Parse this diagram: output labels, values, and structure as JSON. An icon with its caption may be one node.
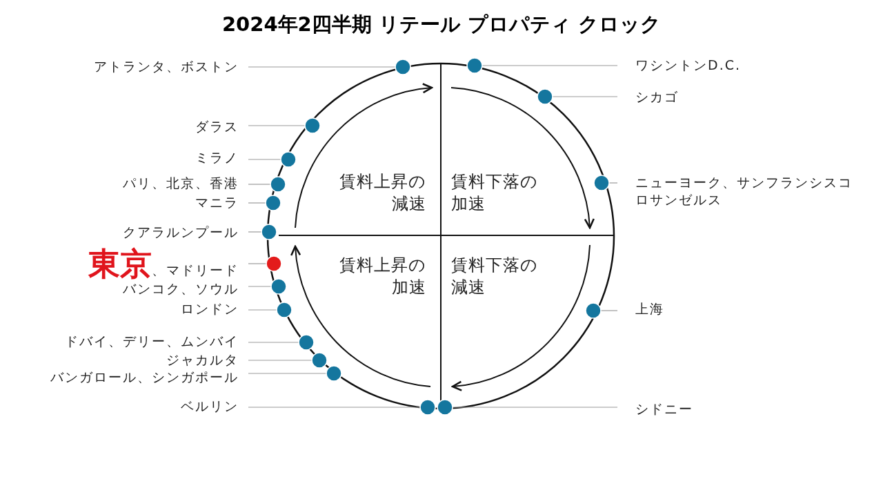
{
  "diagram": {
    "title": "2024年2四半期 リテール プロパティ クロック",
    "nodes": [
      {
        "text": [
          "アトランタ、ボストン"
        ]
      },
      {
        "text": [],
        "shape": "circle"
      },
      {
        "text": [
          "ワシントンD.C."
        ]
      },
      {
        "text": [],
        "shape": "circle"
      },
      {
        "text": [
          "シカゴ"
        ]
      },
      {
        "text": [],
        "shape": "circle"
      },
      {
        "text": [
          "ダラス"
        ]
      },
      {
        "text": [],
        "shape": "circle"
      },
      {
        "text": [
          "ミラノ"
        ]
      },
      {
        "text": [],
        "shape": "circle"
      },
      {
        "text": [
          "パリ、北京、香港"
        ]
      },
      {
        "text": [],
        "shape": "circle"
      },
      {
        "text": [
          "ニューヨーク、サンフランシスコロサンゼルス"
        ]
      },
      {
        "text": [],
        "shape": "circle"
      },
      {
        "text": [
          "マニラ"
        ]
      },
      {
        "text": [],
        "shape": "circle"
      },
      {
        "text": [
          "クアラルンプール"
        ]
      },
      {
        "text": [],
        "shape": "circle"
      },
      {
        "text": [
          "東京",
          "、マドリード"
        ]
      },
      {
        "text": [],
        "shape": "circle"
      },
      {
        "text": [
          "バンコク、ソウル"
        ]
      },
      {
        "text": [],
        "shape": "circle"
      },
      {
        "text": [
          "ロンドン"
        ]
      },
      {
        "text": [],
        "shape": "circle"
      },
      {
        "text": [
          "上海"
        ]
      },
      {
        "text": [],
        "shape": "circle"
      },
      {
        "text": [
          "ドバイ、デリー、ムンバイ"
        ]
      },
      {
        "text": [],
        "shape": "circle"
      },
      {
        "text": [
          "ジャカルタ"
        ]
      },
      {
        "text": [],
        "shape": "circle"
      },
      {
        "text": [
          "バンガロール、シンガポール"
        ]
      },
      {
        "text": [],
        "shape": "circle"
      },
      {
        "text": [
          "ベルリン"
        ]
      },
      {
        "text": [],
        "shape": "circle"
      },
      {
        "text": [
          "シドニー"
        ]
      },
      {
        "text": [],
        "shape": "circle"
      }
    ],
    "edges": [
      {
        "from": 0,
        "to": 1,
        "arrow": "none"
      },
      {
        "from": 2,
        "to": 3,
        "arrow": "none"
      },
      {
        "from": 4,
        "to": 5,
        "arrow": "none"
      },
      {
        "from": 6,
        "to": 7,
        "arrow": "none"
      },
      {
        "from": 8,
        "to": 9,
        "arrow": "none"
      },
      {
        "from": 10,
        "to": 11,
        "arrow": "none"
      },
      {
        "from": 12,
        "to": 13,
        "arrow": "none"
      },
      {
        "from": 14,
        "to": 15,
        "arrow": "none"
      },
      {
        "from": 16,
        "to": 17,
        "arrow": "none"
      },
      {
        "from": 18,
        "to": 19,
        "arrow": "none"
      },
      {
        "from": 20,
        "to": 21,
        "arrow": "none"
      },
      {
        "from": 22,
        "to": 23,
        "arrow": "none"
      },
      {
        "from": 24,
        "to": 25,
        "arrow": "none"
      },
      {
        "from": 26,
        "to": 27,
        "arrow": "none"
      },
      {
        "from": 28,
        "to": 29,
        "arrow": "none"
      },
      {
        "from": 30,
        "to": 31,
        "arrow": "none"
      },
      {
        "from": 32,
        "to": 33,
        "arrow": "none"
      },
      {
        "from": 34,
        "to": 35,
        "arrow": "none"
      }
    ],
    "labels": [
      "賃料上昇の減速",
      "賃料下落の加速",
      "賃料上昇の加速",
      "賃料下落の減速"
    ]
  }
}
